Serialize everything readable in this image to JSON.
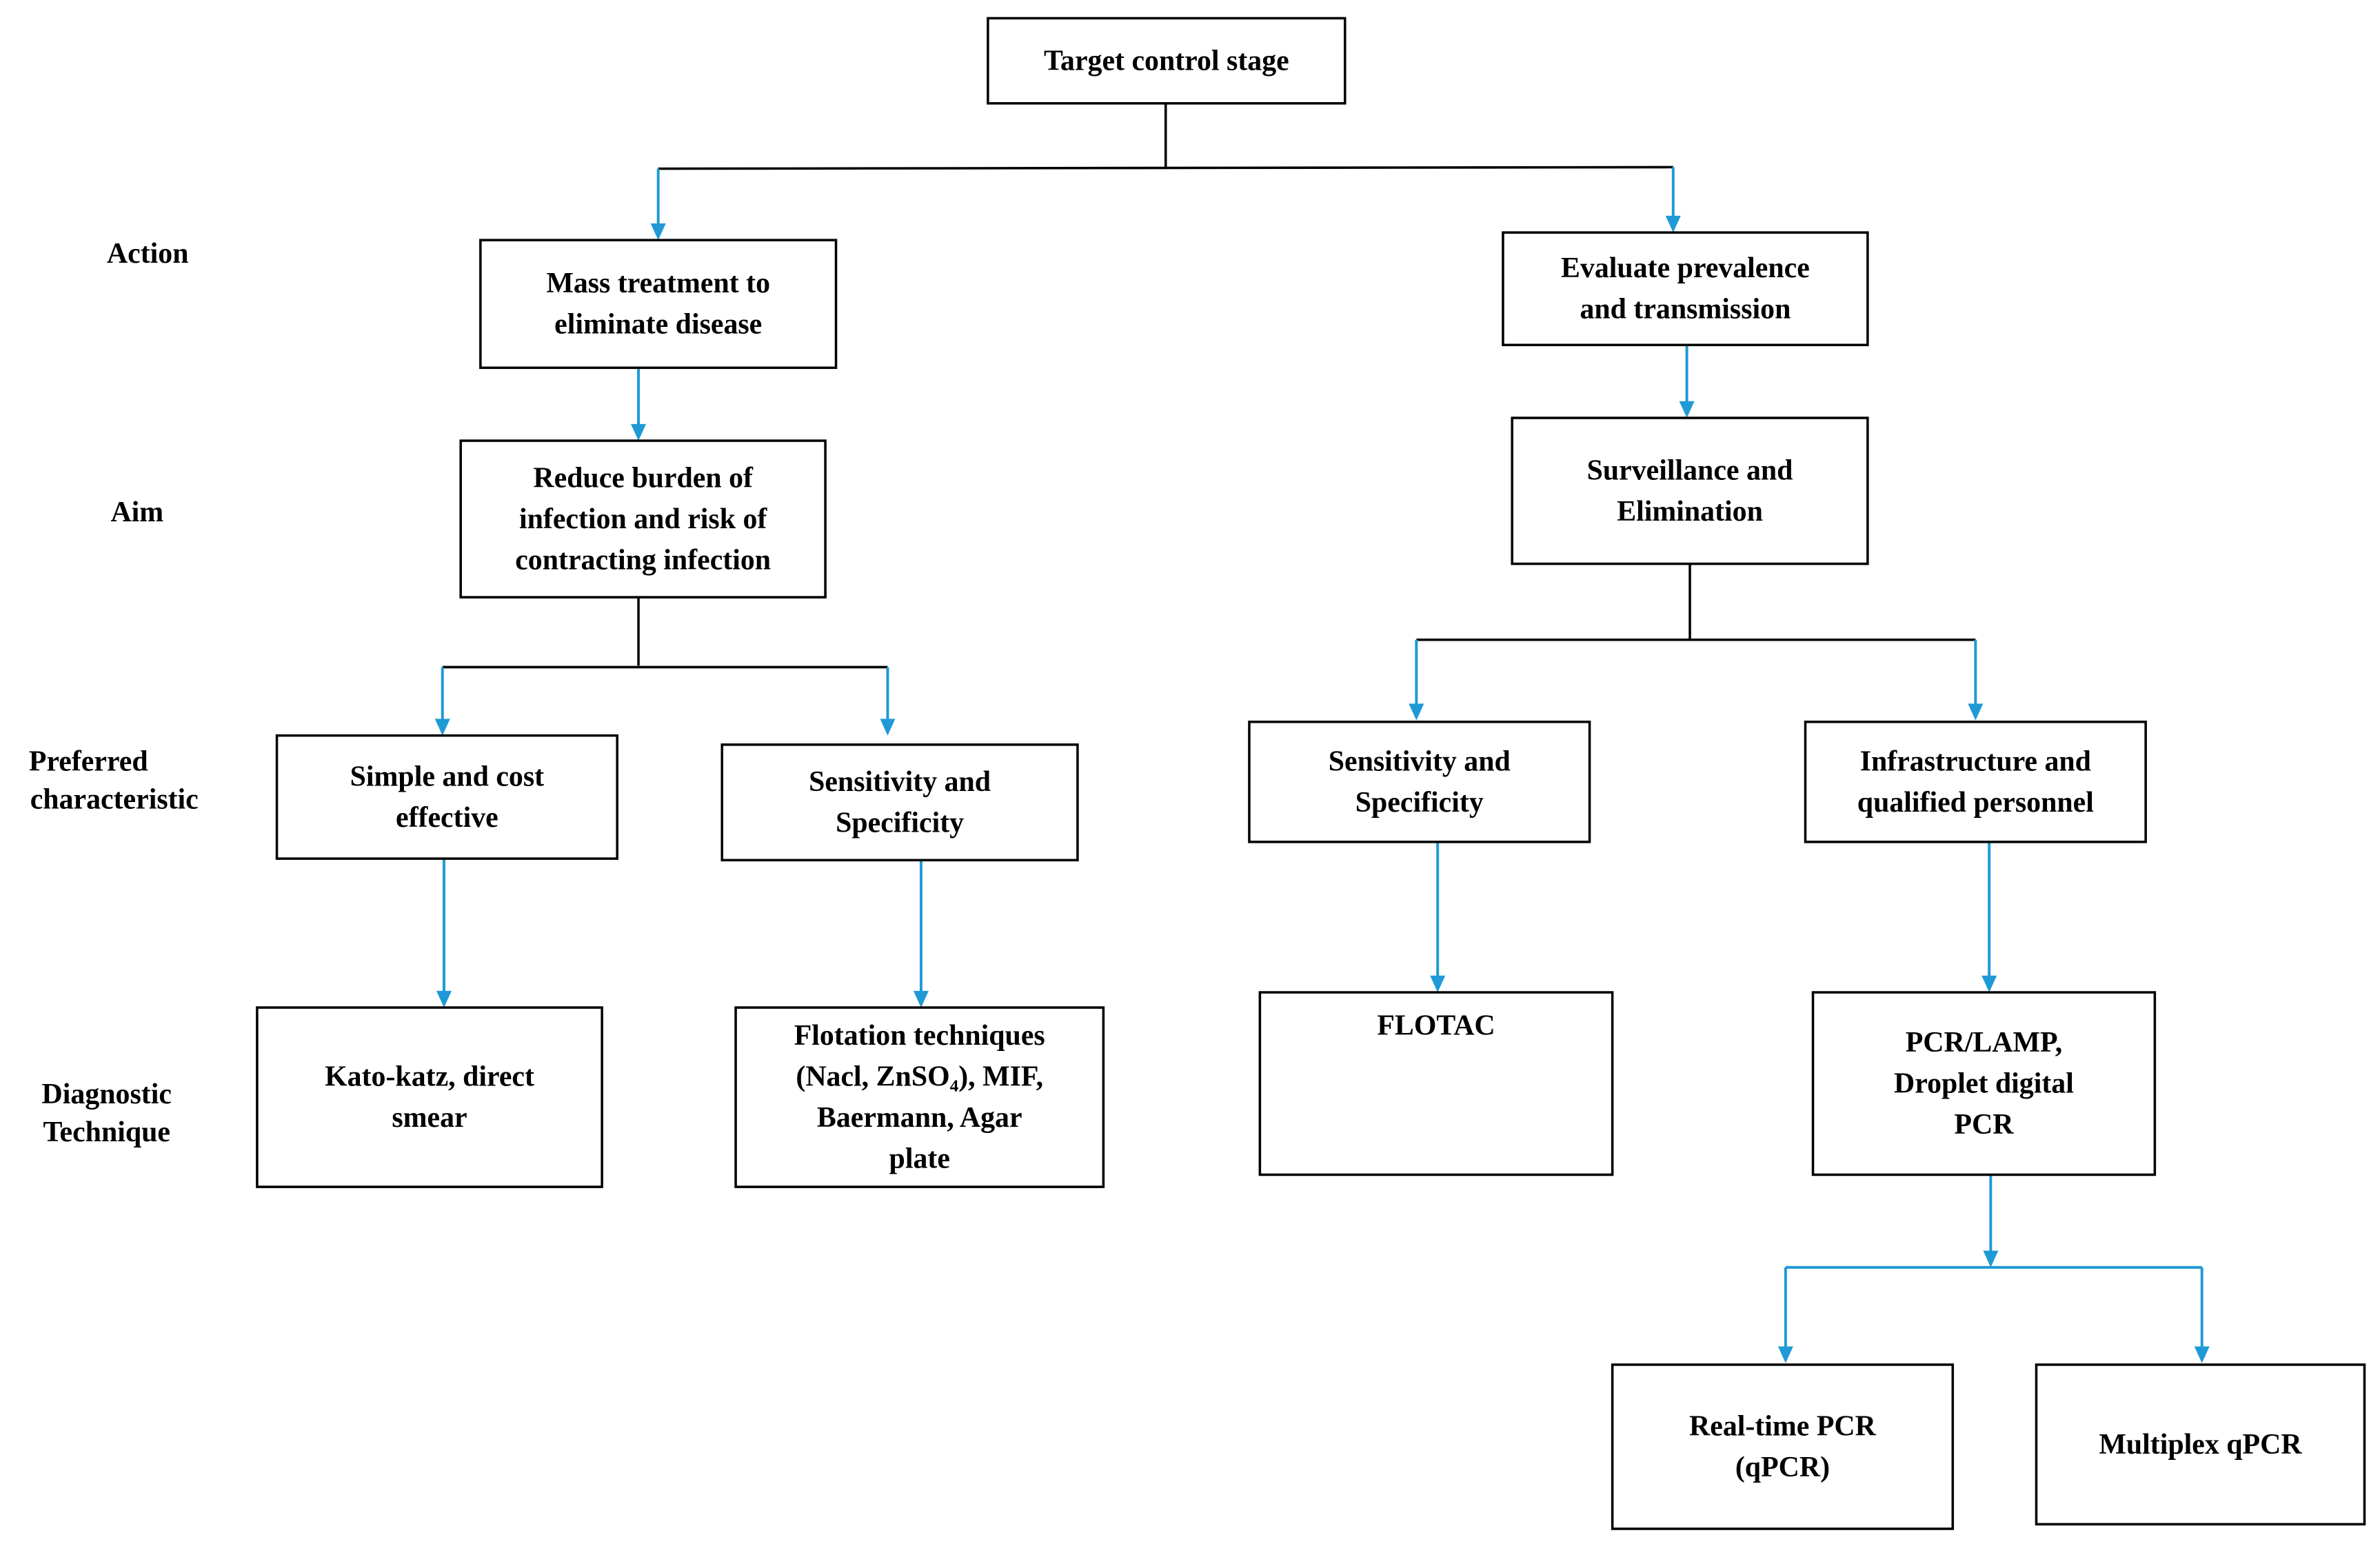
{
  "colors": {
    "arrow": "#1f9ad6",
    "box_border": "#000000",
    "text": "#000000"
  },
  "row_labels": {
    "action": [
      "Action"
    ],
    "aim": [
      "Aim"
    ],
    "preferred": [
      "Preferred",
      "characteristic"
    ],
    "diagnostic": [
      "Diagnostic",
      "Technique"
    ]
  },
  "nodes": {
    "target": [
      "Target control stage"
    ],
    "mass_treatment": [
      "Mass treatment to",
      "eliminate disease"
    ],
    "evaluate": [
      "Evaluate prevalence",
      "and transmission"
    ],
    "reduce_burden": [
      "Reduce burden of",
      "infection and risk of",
      "contracting infection"
    ],
    "surveillance": [
      "Surveillance and",
      "Elimination"
    ],
    "simple_cost": [
      "Simple and cost",
      "effective"
    ],
    "sensitivity_left": [
      "Sensitivity and",
      "Specificity"
    ],
    "sensitivity_right": [
      "Sensitivity and",
      "Specificity"
    ],
    "infrastructure": [
      "Infrastructure and",
      "qualified personnel"
    ],
    "kato_katz": [
      "Kato-katz, direct",
      "smear"
    ],
    "flotation": [
      "Flotation techniques",
      "(Nacl, ZnSO₄), MIF,",
      "Baermann, Agar",
      "plate"
    ],
    "flotac": [
      "FLOTAC"
    ],
    "pcr_lamp": [
      "PCR/LAMP,",
      "Droplet digital",
      "PCR"
    ],
    "realtime_pcr": [
      "Real-time PCR",
      "(qPCR)"
    ],
    "multiplex_qpcr": [
      "Multiplex qPCR"
    ]
  }
}
